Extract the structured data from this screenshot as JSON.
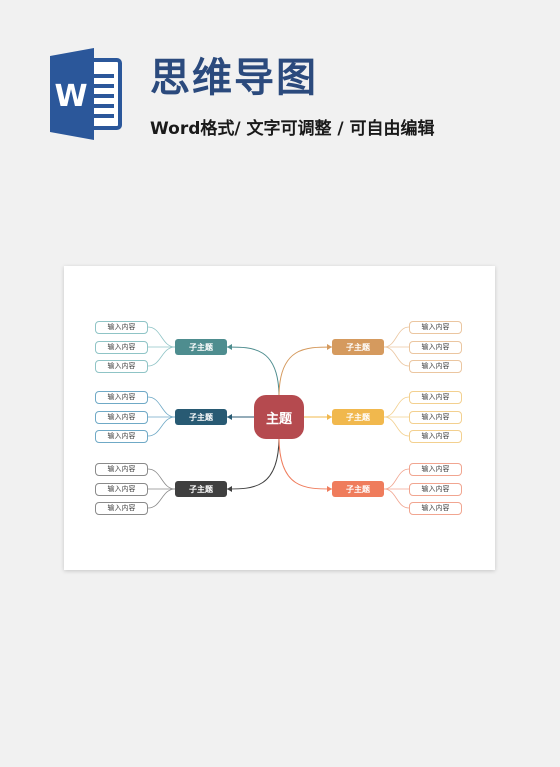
{
  "header": {
    "title": "思维导图",
    "subtitle": "Word格式/ 文字可调整 / 可自由编辑",
    "logo_letter": "W",
    "logo_color": "#2b579a"
  },
  "mindmap": {
    "center": {
      "label": "主题",
      "color": "#b54a4f"
    },
    "branches": [
      {
        "label": "子主题",
        "color": "#4e8d8f",
        "leaf_border": "#8fc4c6",
        "leaves": [
          "输入内容",
          "输入内容",
          "输入内容"
        ]
      },
      {
        "label": "子主题",
        "color": "#285a73",
        "leaf_border": "#6fa9c6",
        "leaves": [
          "输入内容",
          "输入内容",
          "输入内容"
        ]
      },
      {
        "label": "子主题",
        "color": "#3f3f3f",
        "leaf_border": "#8a8a8a",
        "leaves": [
          "输入内容",
          "输入内容",
          "输入内容"
        ]
      },
      {
        "label": "子主题",
        "color": "#d59a5e",
        "leaf_border": "#ebc6a0",
        "leaves": [
          "输入内容",
          "输入内容",
          "输入内容"
        ]
      },
      {
        "label": "子主题",
        "color": "#f1b84d",
        "leaf_border": "#f3d08f",
        "leaves": [
          "输入内容",
          "输入内容",
          "输入内容"
        ]
      },
      {
        "label": "子主题",
        "color": "#ef7c5c",
        "leaf_border": "#f1a590",
        "leaves": [
          "输入内容",
          "输入内容",
          "输入内容"
        ]
      }
    ]
  }
}
